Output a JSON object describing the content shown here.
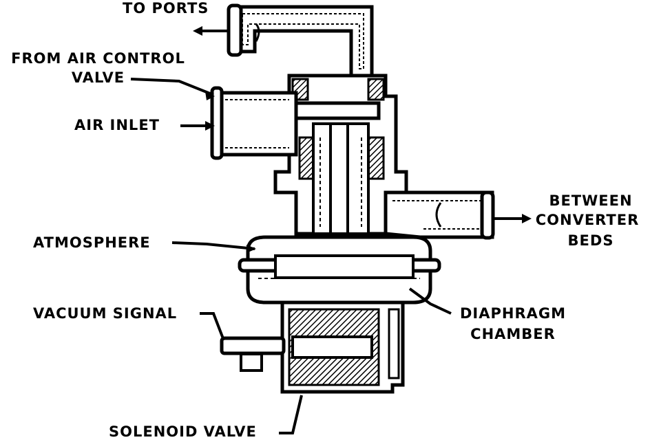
{
  "labels": {
    "to_ports": "TO PORTS",
    "from_air_control_1": "FROM AIR CONTROL",
    "from_air_control_2": "VALVE",
    "air_inlet": "AIR INLET",
    "between_1": "BETWEEN",
    "between_2": "CONVERTER",
    "between_3": "BEDS",
    "atmosphere": "ATMOSPHERE",
    "vacuum_signal": "VACUUM SIGNAL",
    "diaphragm_1": "DIAPHRAGM",
    "diaphragm_2": "CHAMBER",
    "solenoid_valve": "SOLENOID VALVE"
  },
  "colors": {
    "ink": "#000000",
    "paper": "#ffffff"
  }
}
